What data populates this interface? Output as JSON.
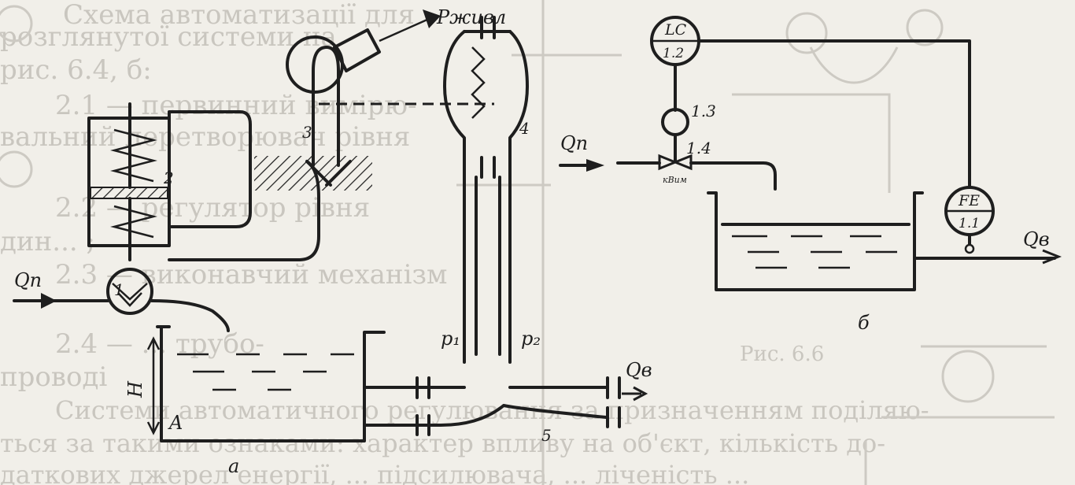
{
  "background_text": {
    "lines": [
      "Схема автоматизації для",
      "розглянутої    системи    на",
      "рис. 6.4, б:",
      "2.1 — первинний вимірю-",
      "вальний перетворювач рівня",
      "2.2 — регулятор рівня",
      "дин... ;",
      "2.3 — виконавчий механізм",
      "2.4 — ... трубо-",
      "проводі",
      "Системи автоматичного регулювання за призначенням поділяю-",
      "ться за такими ознаками: характер впливу на об'єкт, кількість до-",
      "даткових джерел енергії, ... підсилювача, ... ліченість ..."
    ],
    "figure_caption": "Рис. 6.6"
  },
  "diagram_a": {
    "caption": "а",
    "labels": {
      "supply_pressure": "Pживл",
      "inflow": "Qп",
      "outflow": "Qв",
      "p1": "p₁",
      "p2": "p₂",
      "level_height": "H",
      "point_a": "A"
    },
    "components": [
      "1",
      "2",
      "3",
      "4",
      "5"
    ]
  },
  "diagram_b": {
    "caption": "б",
    "labels": {
      "inflow": "Qп",
      "outflow": "Qв",
      "valve_mark": "кВим"
    },
    "instruments": [
      {
        "letters": "LC",
        "number": "1.2"
      },
      {
        "letters": "FE",
        "number": "1.1"
      }
    ],
    "tags": [
      "1.3",
      "1.4"
    ]
  }
}
